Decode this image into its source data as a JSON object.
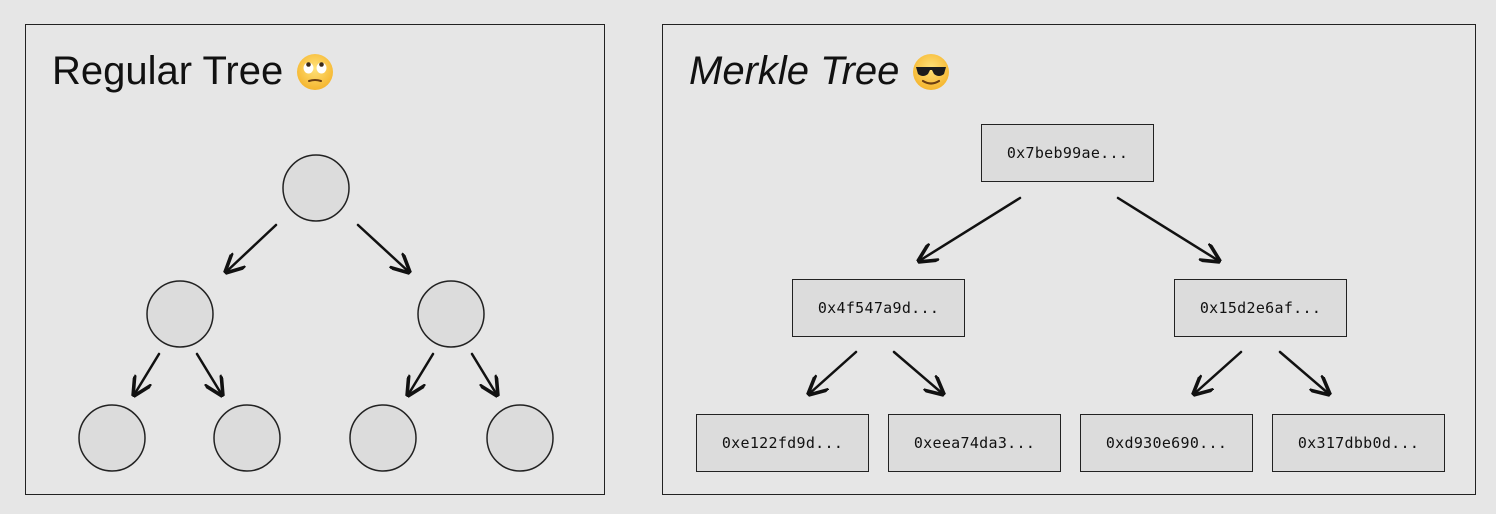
{
  "regular_tree": {
    "title": "Regular Tree",
    "emoji": "face-with-rolling-eyes"
  },
  "merkle_tree": {
    "title": "Merkle Tree",
    "emoji": "smiling-face-with-sunglasses",
    "root": "0x7beb99ae...",
    "level1": [
      "0x4f547a9d...",
      "0x15d2e6af..."
    ],
    "leaves": [
      "0xe122fd9d...",
      "0xeea74da3...",
      "0xd930e690...",
      "0x317dbb0d..."
    ]
  },
  "colors": {
    "background": "#e6e6e6",
    "node_fill": "#dcdcdc",
    "stroke": "#111111"
  }
}
